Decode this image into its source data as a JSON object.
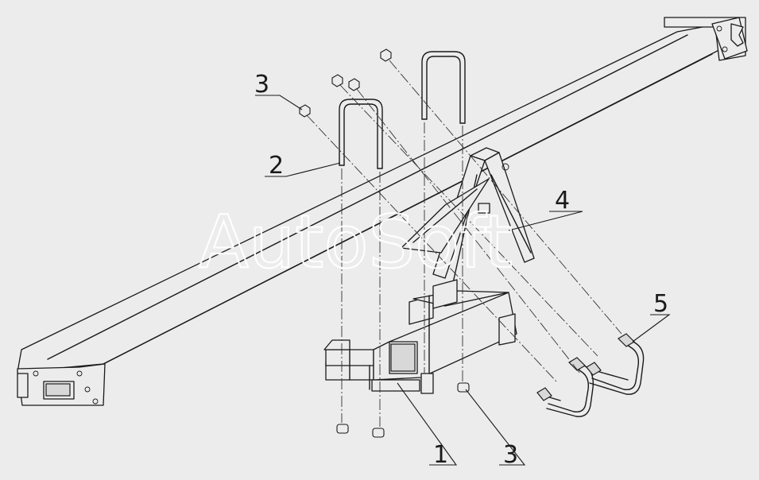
{
  "watermark": "AutoSoft",
  "callouts": [
    {
      "id": "callout-3-top",
      "text": "3"
    },
    {
      "id": "callout-2",
      "text": "2"
    },
    {
      "id": "callout-4",
      "text": "4"
    },
    {
      "id": "callout-5",
      "text": "5"
    },
    {
      "id": "callout-1",
      "text": "1"
    },
    {
      "id": "callout-3-bottom",
      "text": "3"
    }
  ]
}
